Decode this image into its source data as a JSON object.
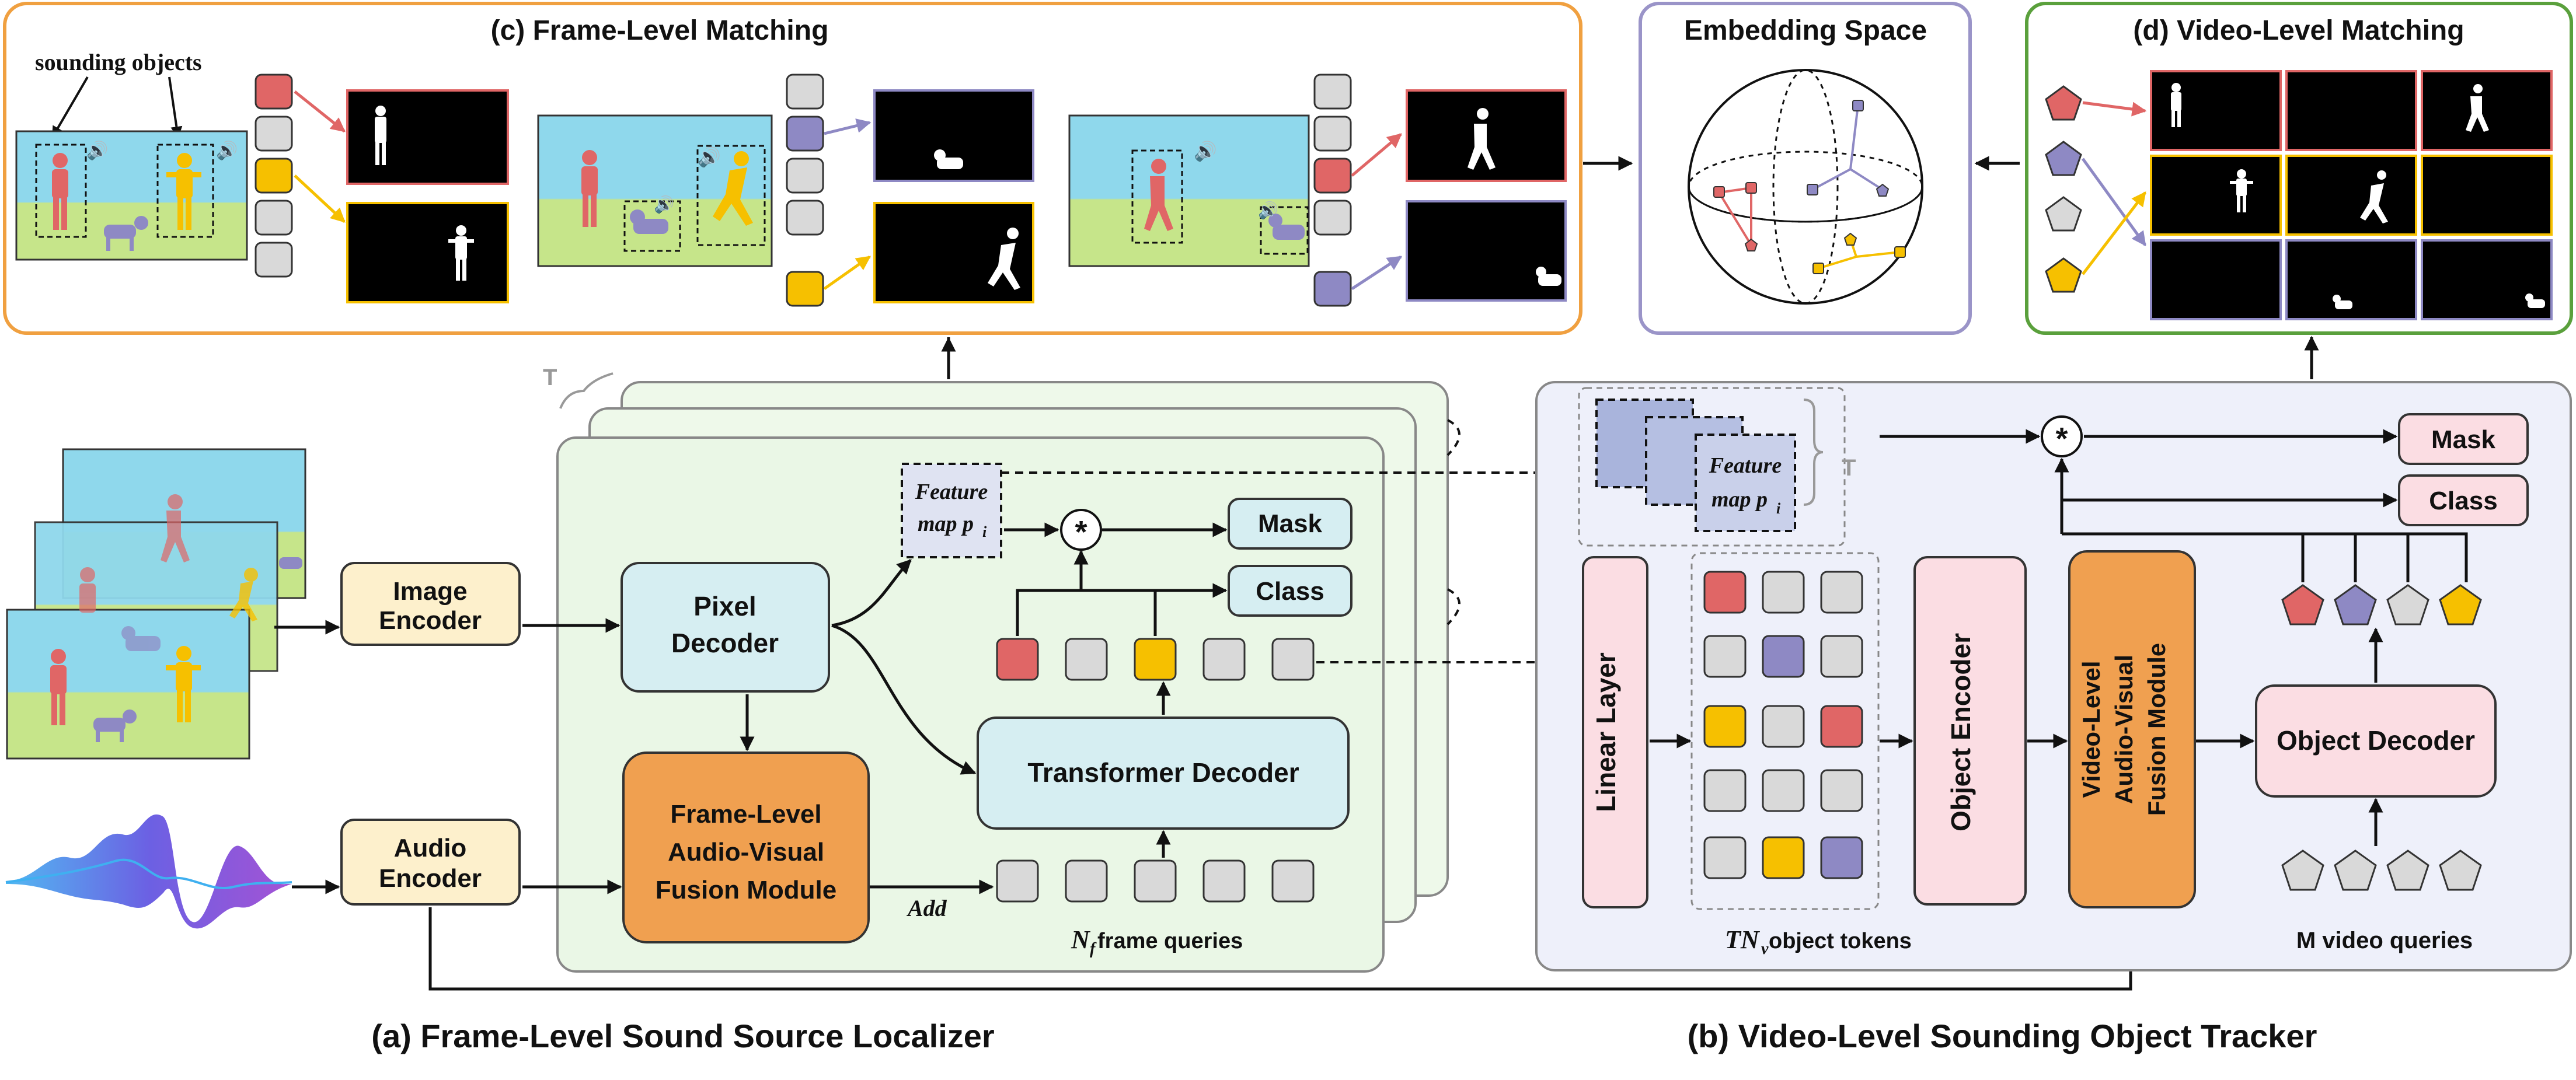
{
  "panels": {
    "frame_matching_title": "(c) Frame-Level Matching",
    "embedding_title": "Embedding Space",
    "video_matching_title": "(d) Video-Level Matching"
  },
  "labels": {
    "sounding_objects": "sounding objects",
    "T_frame": "T",
    "T_video": "T",
    "feature_map_line1": "Feature",
    "feature_map_line2": "map p",
    "feature_map_sub": "i",
    "mask": "Mask",
    "class": "Class",
    "pixel_decoder_line1": "Pixel",
    "pixel_decoder_line2": "Decoder",
    "image_encoder_line1": "Image",
    "image_encoder_line2": "Encoder",
    "audio_encoder_line1": "Audio",
    "audio_encoder_line2": "Encoder",
    "frame_fusion_line1": "Frame-Level",
    "frame_fusion_line2": "Audio-Visual",
    "frame_fusion_line3": "Fusion Module",
    "transformer_decoder": "Transformer Decoder",
    "add": "Add",
    "frame_queries_N": "N",
    "frame_queries_sub": "f",
    "frame_queries_text": " frame queries",
    "linear_layer": "Linear Layer",
    "object_encoder": "Object Encoder",
    "video_fusion_line1": "Video-Level",
    "video_fusion_line2": "Audio-Visual",
    "video_fusion_line3": "Fusion Module",
    "object_decoder": "Object Decoder",
    "object_tokens_TN": "TN",
    "object_tokens_sub": "v",
    "object_tokens_text": " object tokens",
    "video_queries": "M video queries",
    "star": "*",
    "caption_a": "(a) Frame-Level Sound Source Localizer",
    "caption_b": "(b) Video-Level Sounding Object Tracker"
  },
  "colors": {
    "red": "#e06666",
    "purple": "#8e89c4",
    "yellow": "#f6c000",
    "gray": "#d9d9d9",
    "orange_border": "#f0a040",
    "purple_border": "#9a94c8",
    "green_border": "#5aa03c",
    "frame_panel": "#eaf7e6",
    "video_panel": "#eef0fa",
    "encoder_fill": "#fdf0cc",
    "decoder_fill": "#d6eef2",
    "fusion_fill": "#f0a050",
    "pink_fill": "#fbdde3"
  }
}
